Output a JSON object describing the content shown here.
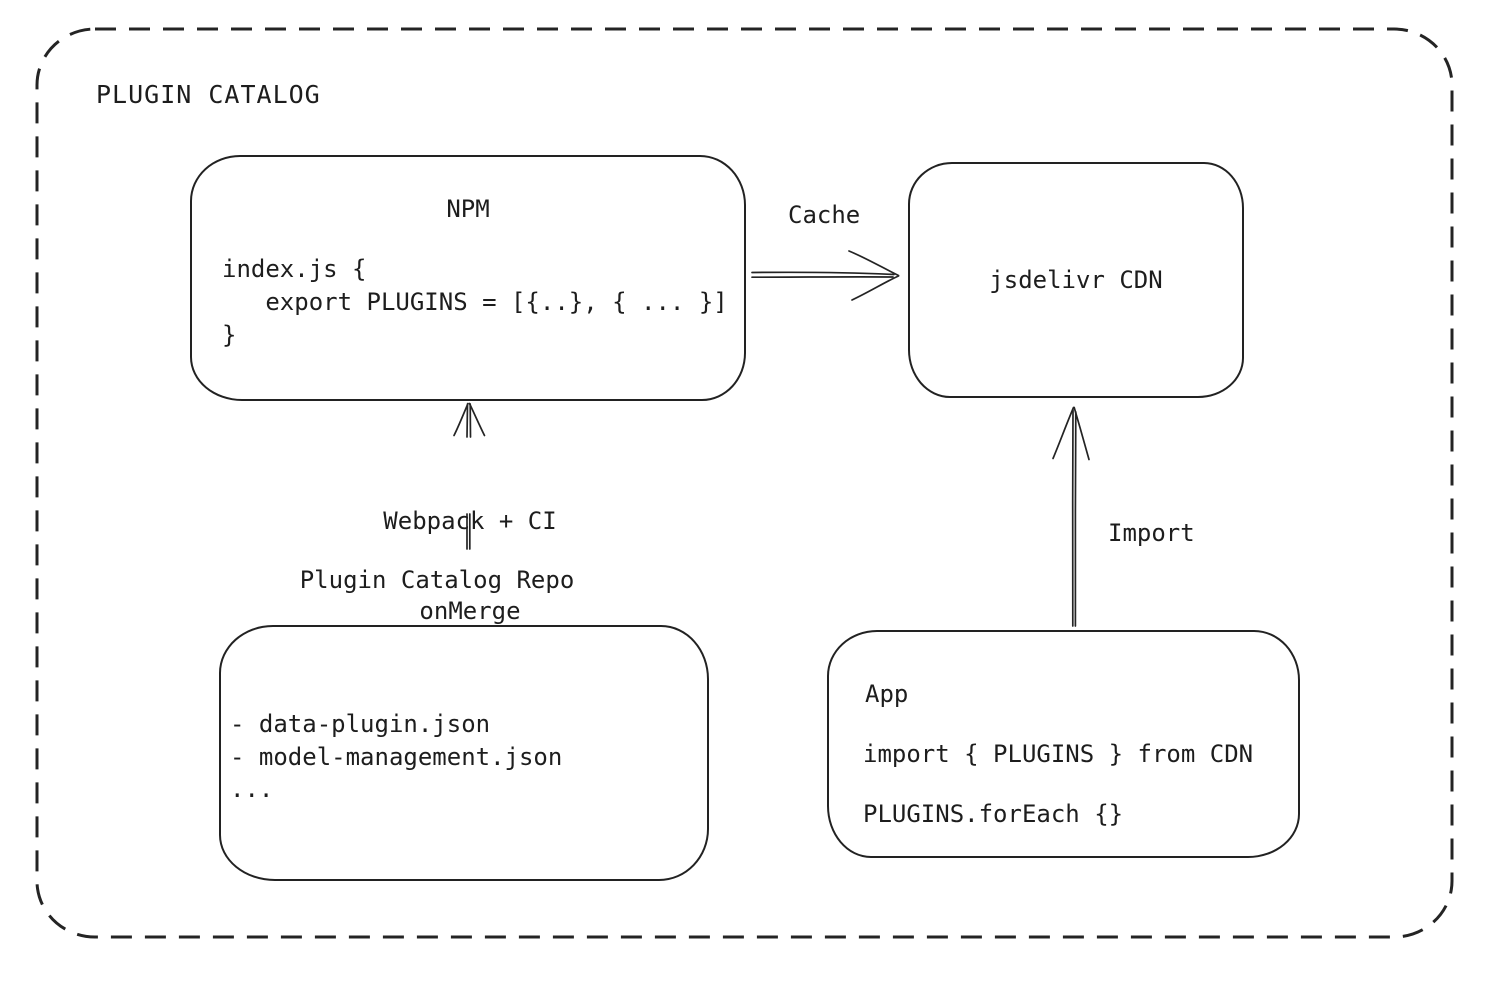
{
  "diagram": {
    "title": "PLUGIN CATALOG",
    "nodes": {
      "npm": {
        "title": "NPM",
        "code_lines": [
          "index.js {",
          "   export PLUGINS = [{..}, { ... }]",
          "}"
        ]
      },
      "cdn": {
        "label": "jsdelivr CDN"
      },
      "repo": {
        "label": "Plugin Catalog Repo",
        "items": [
          "- data-plugin.json",
          "- model-management.json",
          "..."
        ]
      },
      "app": {
        "title": "App",
        "line1": "import { PLUGINS } from CDN",
        "line2": "PLUGINS.forEach {}"
      }
    },
    "edges": {
      "cache": {
        "label": "Cache"
      },
      "build": {
        "line1": "Webpack + CI",
        "line2": "onMerge"
      },
      "import": {
        "label": "Import"
      }
    },
    "colors": {
      "ink": "#242424",
      "background": "#ffffff"
    }
  }
}
